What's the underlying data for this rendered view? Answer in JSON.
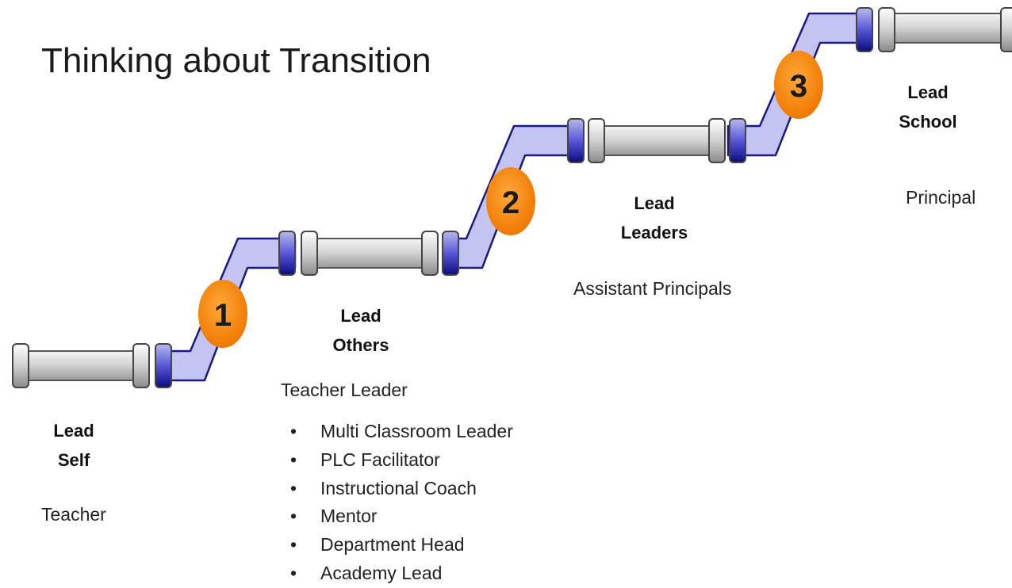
{
  "title": "Thinking about Transition",
  "colors": {
    "pipe_fill": "#c8c8f0",
    "pipe_stroke": "#2a2a8a",
    "coupling_dark": "#1a1ab0",
    "pipe_gray": "#d8d8d8",
    "badge": "#ff8c00"
  },
  "steps": [
    {
      "number": "1"
    },
    {
      "number": "2"
    },
    {
      "number": "3"
    }
  ],
  "stages": [
    {
      "heading_line1": "Lead",
      "heading_line2": "Self",
      "role": "Teacher"
    },
    {
      "heading_line1": "Lead",
      "heading_line2": "Others",
      "role": "Teacher Leader",
      "roles_list": [
        "Multi Classroom Leader",
        "PLC Facilitator",
        "Instructional Coach",
        "Mentor",
        "Department Head",
        "Academy Lead"
      ]
    },
    {
      "heading_line1": "Lead",
      "heading_line2": "Leaders",
      "role": "Assistant Principals"
    },
    {
      "heading_line1": "Lead",
      "heading_line2": "School",
      "role": "Principal"
    }
  ]
}
